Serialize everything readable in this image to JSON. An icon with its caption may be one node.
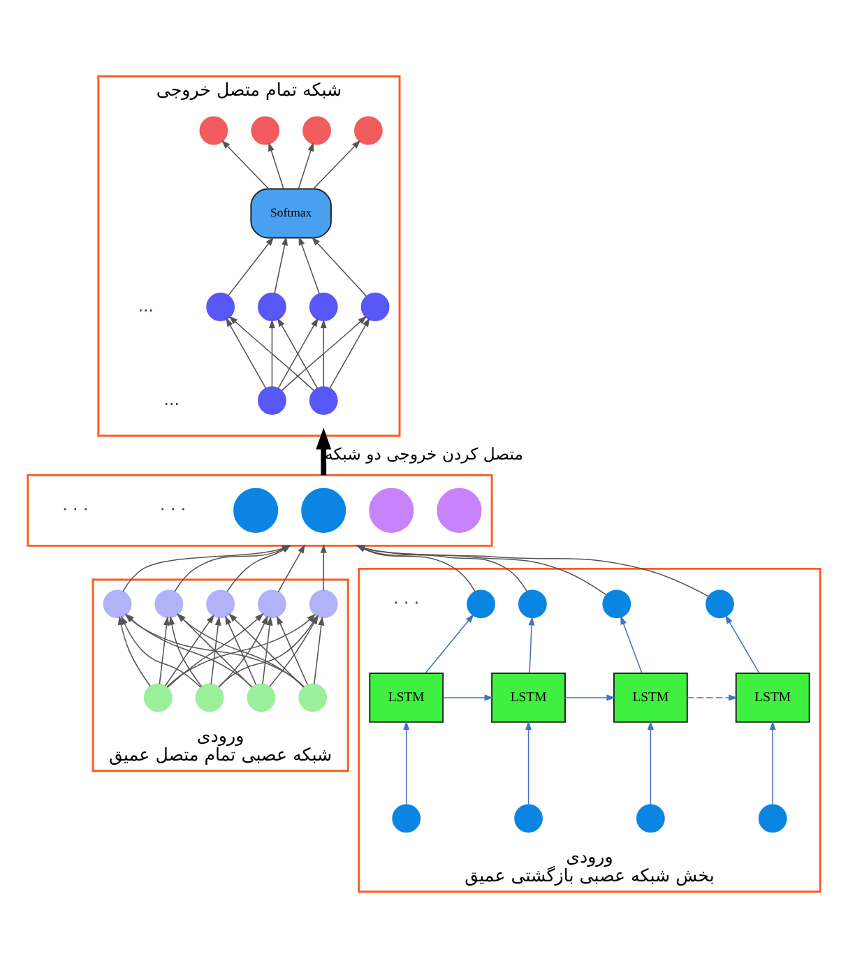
{
  "diagram": {
    "nodes": [
      {
        "text": [
          "شبکه تمام متصل خروجی"
        ]
      },
      {
        "text": [],
        "shape": "circle",
        "in": 0
      },
      {
        "text": [],
        "shape": "circle",
        "in": 0
      },
      {
        "text": [],
        "shape": "circle",
        "in": 0
      },
      {
        "text": [],
        "shape": "circle",
        "in": 0
      },
      {
        "text": [
          "Softmax"
        ],
        "in": 0
      },
      {
        "text": [],
        "shape": "circle",
        "in": 0
      },
      {
        "text": [],
        "shape": "circle",
        "in": 0
      },
      {
        "text": [],
        "shape": "circle",
        "in": 0
      },
      {
        "text": [],
        "shape": "circle",
        "in": 0
      },
      {
        "text": [],
        "shape": "circle",
        "in": 0
      },
      {
        "text": [],
        "shape": "circle",
        "in": 0
      },
      {
        "text": [],
        "shape": "box"
      },
      {
        "text": [],
        "shape": "circle",
        "in": 12
      },
      {
        "text": [],
        "shape": "circle",
        "in": 12
      },
      {
        "text": [],
        "shape": "circle",
        "in": 12
      },
      {
        "text": [],
        "shape": "circle",
        "in": 12
      },
      {
        "text": [
          "ورودی",
          "شبکه عصبی تمام متصل عمیق"
        ]
      },
      {
        "text": [],
        "shape": "circle",
        "in": 17
      },
      {
        "text": [],
        "shape": "circle",
        "in": 17
      },
      {
        "text": [],
        "shape": "circle",
        "in": 17
      },
      {
        "text": [],
        "shape": "circle",
        "in": 17
      },
      {
        "text": [],
        "shape": "circle",
        "in": 17
      },
      {
        "text": [],
        "shape": "circle",
        "in": 17
      },
      {
        "text": [],
        "shape": "circle",
        "in": 17
      },
      {
        "text": [],
        "shape": "circle",
        "in": 17
      },
      {
        "text": [],
        "shape": "circle",
        "in": 17
      },
      {
        "text": [
          "ورودی",
          "بخش شبکه عصبی بازگشتی عمیق"
        ]
      },
      {
        "text": [],
        "shape": "circle",
        "in": 27
      },
      {
        "text": [],
        "shape": "circle",
        "in": 27
      },
      {
        "text": [],
        "shape": "circle",
        "in": 27
      },
      {
        "text": [],
        "shape": "circle",
        "in": 27
      },
      {
        "text": [
          "LSTM"
        ],
        "in": 27
      },
      {
        "text": [
          "LSTM"
        ],
        "in": 27
      },
      {
        "text": [
          "LSTM"
        ],
        "in": 27
      },
      {
        "text": [
          "LSTM"
        ],
        "in": 27
      },
      {
        "text": [],
        "shape": "circle",
        "in": 27
      },
      {
        "text": [],
        "shape": "circle",
        "in": 27
      },
      {
        "text": [],
        "shape": "circle",
        "in": 27
      },
      {
        "text": [],
        "shape": "circle",
        "in": 27
      }
    ],
    "edges": [
      {
        "from": 10,
        "to": 6,
        "arrow": "to"
      },
      {
        "from": 10,
        "to": 7,
        "arrow": "to"
      },
      {
        "from": 10,
        "to": 8,
        "arrow": "to"
      },
      {
        "from": 10,
        "to": 9,
        "arrow": "to"
      },
      {
        "from": 11,
        "to": 6,
        "arrow": "to"
      },
      {
        "from": 11,
        "to": 7,
        "arrow": "to"
      },
      {
        "from": 11,
        "to": 8,
        "arrow": "to"
      },
      {
        "from": 11,
        "to": 9,
        "arrow": "to"
      },
      {
        "from": 6,
        "to": 5,
        "arrow": "to"
      },
      {
        "from": 7,
        "to": 5,
        "arrow": "to"
      },
      {
        "from": 8,
        "to": 5,
        "arrow": "to"
      },
      {
        "from": 9,
        "to": 5,
        "arrow": "to"
      },
      {
        "from": 5,
        "to": 1,
        "arrow": "to"
      },
      {
        "from": 5,
        "to": 2,
        "arrow": "to"
      },
      {
        "from": 5,
        "to": 3,
        "arrow": "to"
      },
      {
        "from": 5,
        "to": 4,
        "arrow": "to"
      },
      {
        "from": 12,
        "to": 0,
        "arrow": "to",
        "label": "متصل کردن خروجی دو شبکه",
        "style": "thick",
        "color": "#000000"
      },
      {
        "from": 18,
        "to": 22,
        "arrow": "to"
      },
      {
        "from": 18,
        "to": 23,
        "arrow": "to"
      },
      {
        "from": 18,
        "to": 24,
        "arrow": "to"
      },
      {
        "from": 18,
        "to": 25,
        "arrow": "to"
      },
      {
        "from": 18,
        "to": 26,
        "arrow": "to"
      },
      {
        "from": 19,
        "to": 22,
        "arrow": "to"
      },
      {
        "from": 19,
        "to": 23,
        "arrow": "to"
      },
      {
        "from": 19,
        "to": 24,
        "arrow": "to"
      },
      {
        "from": 19,
        "to": 25,
        "arrow": "to"
      },
      {
        "from": 19,
        "to": 26,
        "arrow": "to"
      },
      {
        "from": 20,
        "to": 22,
        "arrow": "to"
      },
      {
        "from": 20,
        "to": 23,
        "arrow": "to"
      },
      {
        "from": 20,
        "to": 24,
        "arrow": "to"
      },
      {
        "from": 20,
        "to": 25,
        "arrow": "to"
      },
      {
        "from": 20,
        "to": 26,
        "arrow": "to"
      },
      {
        "from": 21,
        "to": 22,
        "arrow": "to"
      },
      {
        "from": 21,
        "to": 23,
        "arrow": "to"
      },
      {
        "from": 21,
        "to": 24,
        "arrow": "to"
      },
      {
        "from": 21,
        "to": 25,
        "arrow": "to"
      },
      {
        "from": 21,
        "to": 26,
        "arrow": "to"
      },
      {
        "from": 22,
        "to": 12,
        "arrow": "to"
      },
      {
        "from": 23,
        "to": 12,
        "arrow": "to"
      },
      {
        "from": 24,
        "to": 12,
        "arrow": "to"
      },
      {
        "from": 25,
        "to": 12,
        "arrow": "to"
      },
      {
        "from": 26,
        "to": 12,
        "arrow": "to"
      },
      {
        "from": 36,
        "to": 32,
        "arrow": "to",
        "color": "#4472c4"
      },
      {
        "from": 37,
        "to": 33,
        "arrow": "to",
        "color": "#4472c4"
      },
      {
        "from": 38,
        "to": 34,
        "arrow": "to",
        "color": "#4472c4"
      },
      {
        "from": 39,
        "to": 35,
        "arrow": "to",
        "color": "#4472c4"
      },
      {
        "from": 32,
        "to": 28,
        "arrow": "to",
        "color": "#4472c4"
      },
      {
        "from": 33,
        "to": 29,
        "arrow": "to",
        "color": "#4472c4"
      },
      {
        "from": 34,
        "to": 30,
        "arrow": "to",
        "color": "#4472c4"
      },
      {
        "from": 35,
        "to": 31,
        "arrow": "to",
        "color": "#4472c4"
      },
      {
        "from": 32,
        "to": 33,
        "arrow": "to",
        "color": "#4472c4"
      },
      {
        "from": 33,
        "to": 34,
        "arrow": "to",
        "color": "#4472c4"
      },
      {
        "from": 34,
        "to": 35,
        "arrow": "to",
        "style": "dashed",
        "color": "#4472c4"
      },
      {
        "from": 28,
        "to": 12,
        "arrow": "to"
      },
      {
        "from": 29,
        "to": 12,
        "arrow": "to"
      },
      {
        "from": 30,
        "to": 12,
        "arrow": "to"
      },
      {
        "from": 31,
        "to": 12,
        "arrow": "to"
      }
    ],
    "labels": [
      "...",
      "...",
      "· · ·",
      "· · ·",
      "· · ·"
    ]
  }
}
